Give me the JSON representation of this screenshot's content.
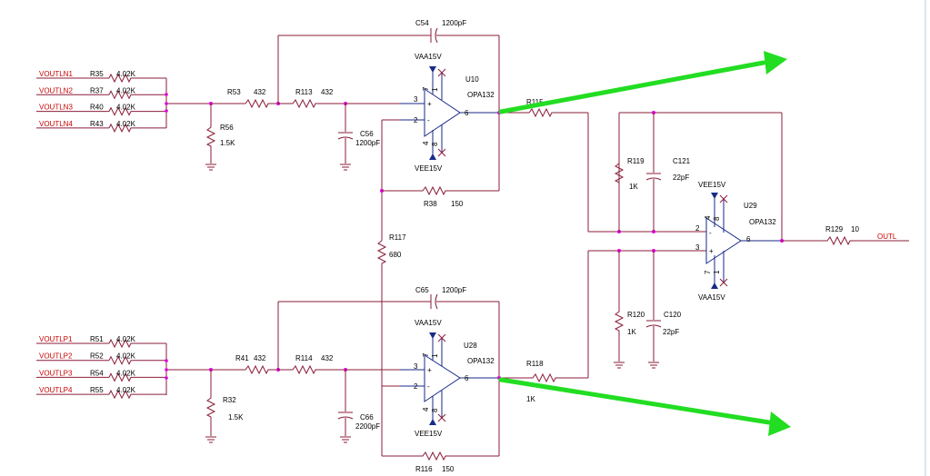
{
  "colors": {
    "wire": "#8b1d3a",
    "net_label": "#cc0000",
    "junction": "#e000e0",
    "annotation_arrow": "#22dd22",
    "opamp": "#1a2a8a"
  },
  "nets_top": [
    "VOUTLN1",
    "VOUTLN2",
    "VOUTLN3",
    "VOUTLN4"
  ],
  "nets_bottom": [
    "VOUTLP1",
    "VOUTLP2",
    "VOUTLP3",
    "VOUTLP4"
  ],
  "res_top": [
    "R35",
    "R37",
    "R40",
    "R43"
  ],
  "res_bottom": [
    "R51",
    "R52",
    "R54",
    "R55"
  ],
  "res_val": "4.02K",
  "labels": {
    "r53": "R53",
    "r53v": "432",
    "r113": "R113",
    "r113v": "432",
    "r56": "R56",
    "r56v": "1.5K",
    "c56": "C56",
    "c56v": "1200pF",
    "c54": "C54",
    "c54v": "1200pF",
    "vaa_u10": "VAA15V",
    "vee_u10": "VEE15V",
    "u10": "U10",
    "opa_u10": "OPA132",
    "r38": "R38",
    "r38v": "150",
    "r117": "R117",
    "r117v": "680",
    "r115": "R115",
    "r41": "R41",
    "r41v": "432",
    "r114": "R114",
    "r114v": "432",
    "r32": "R32",
    "r32v": "1.5K",
    "c66": "C66",
    "c66v": "2200pF",
    "c65": "C65",
    "c65v": "1200pF",
    "vaa_u28": "VAA15V",
    "vee_u28": "VEE15V",
    "u28": "U28",
    "opa_u28": "OPA132",
    "r116": "R116",
    "r116v": "150",
    "r118": "R118",
    "r118v": "1K",
    "r119": "R119",
    "r119v": "1K",
    "c121": "C121",
    "c121v": "22pF",
    "r120": "R120",
    "r120v": "1K",
    "c120": "C120",
    "c120v": "22pF",
    "vee_u29": "VEE15V",
    "vaa_u29": "VAA15V",
    "u29": "U29",
    "opa_u29": "OPA132",
    "r129": "R129",
    "r129v": "10",
    "outl": "OUTL",
    "pin_2": "2",
    "pin_3": "3",
    "pin_4": "4",
    "pin_6": "6",
    "pin_7": "7",
    "pin_1": "1",
    "pin_8": "8",
    "minus": "-",
    "plus": "+"
  }
}
